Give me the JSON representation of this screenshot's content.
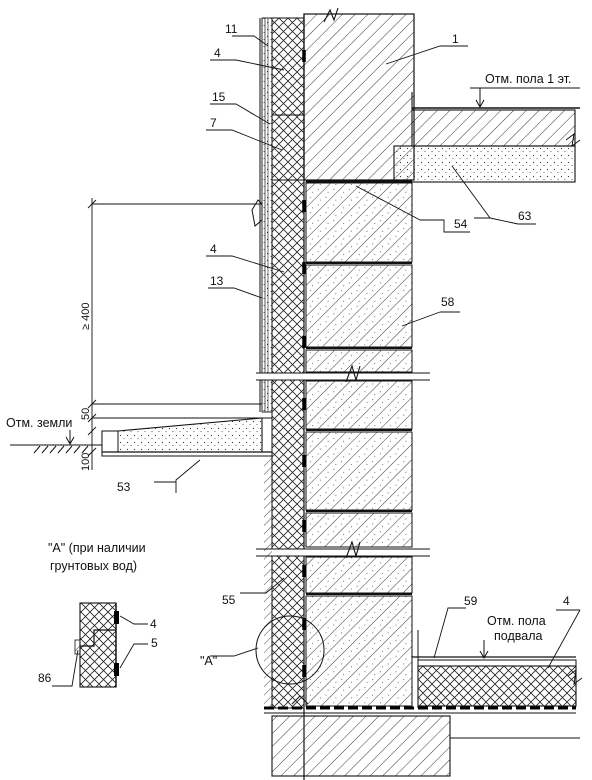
{
  "callouts": {
    "c1": "1",
    "c4_top": "4",
    "c4_mid": "4",
    "c4_inset": "4",
    "c4_right": "4",
    "c5": "5",
    "c7": "7",
    "c11": "11",
    "c13": "13",
    "c15": "15",
    "c53": "53",
    "c54": "54",
    "c55": "55",
    "c58": "58",
    "c59": "59",
    "c63": "63",
    "c86": "86"
  },
  "levels": {
    "floor1": "Отм. пола 1 эт.",
    "ground": "Отм. земли",
    "basement_line1": "Отм. пола",
    "basement_line2": "подвала"
  },
  "dimensions": {
    "height_min": "≥ 400",
    "d50": "50",
    "d100": "100"
  },
  "detail": {
    "marker": "\"А\"",
    "title_line1": "\"А\" (при наличии",
    "title_line2": "грунтовых вод)"
  }
}
